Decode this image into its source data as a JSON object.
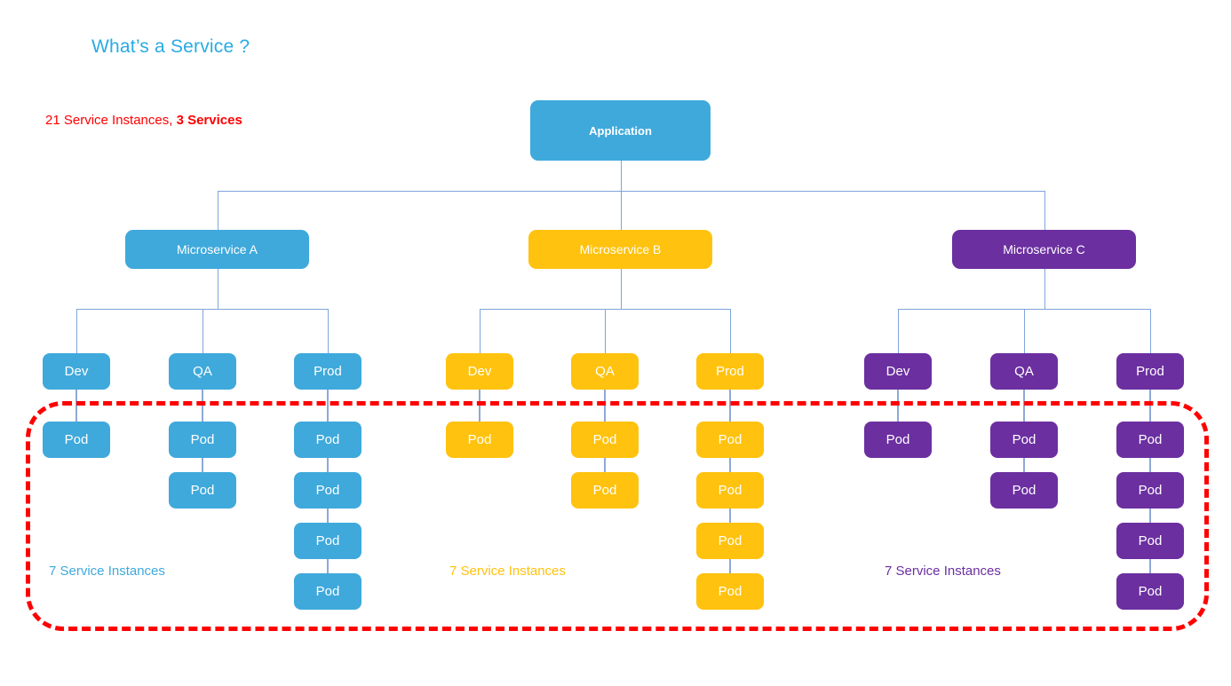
{
  "page": {
    "title": "What’s a Service ?",
    "title_color": "#29ABE2",
    "totals_prefix": "21 Service Instances, ",
    "totals_emphasis": "3 Services",
    "totals_color": "#FF0000",
    "background": "#FFFFFF"
  },
  "highlight": {
    "label": "service-instances-highlight",
    "color": "#FF0000",
    "style": "dashed"
  },
  "root": {
    "label": "Application",
    "color": "#3FA9DB"
  },
  "connector_color": "#7FA4DC",
  "microservices": [
    {
      "label": "Microservice A",
      "color": "#3FA9DB",
      "caption": "7 Service Instances",
      "caption_color": "#3FA9DB",
      "environments": [
        {
          "label": "Dev",
          "pods": [
            "Pod"
          ]
        },
        {
          "label": "QA",
          "pods": [
            "Pod",
            "Pod"
          ]
        },
        {
          "label": "Prod",
          "pods": [
            "Pod",
            "Pod",
            "Pod",
            "Pod"
          ]
        }
      ]
    },
    {
      "label": "Microservice B",
      "color": "#FFC20E",
      "caption": "7 Service Instances",
      "caption_color": "#FFC20E",
      "environments": [
        {
          "label": "Dev",
          "pods": [
            "Pod"
          ]
        },
        {
          "label": "QA",
          "pods": [
            "Pod",
            "Pod"
          ]
        },
        {
          "label": "Prod",
          "pods": [
            "Pod",
            "Pod",
            "Pod",
            "Pod"
          ]
        }
      ]
    },
    {
      "label": "Microservice C",
      "color": "#6B2FA0",
      "caption": "7 Service Instances",
      "caption_color": "#6B2FA0",
      "environments": [
        {
          "label": "Dev",
          "pods": [
            "Pod"
          ]
        },
        {
          "label": "QA",
          "pods": [
            "Pod",
            "Pod"
          ]
        },
        {
          "label": "Prod",
          "pods": [
            "Pod",
            "Pod",
            "Pod",
            "Pod"
          ]
        }
      ]
    }
  ]
}
